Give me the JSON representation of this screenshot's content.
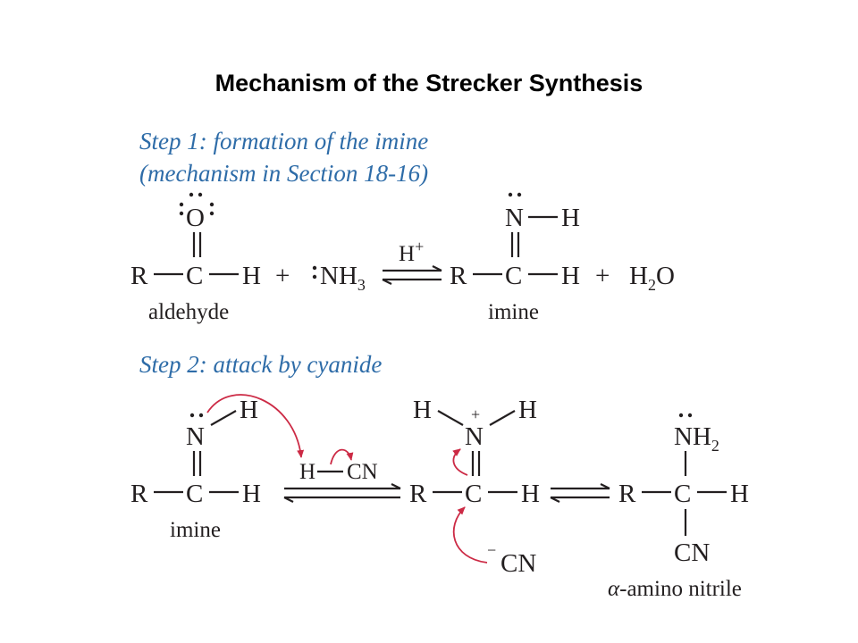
{
  "title": "Mechanism of the Strecker Synthesis",
  "step1": {
    "heading_line1": "Step 1: formation of the imine",
    "heading_line2": "(mechanism in Section 18-16)",
    "reactant_label": "aldehyde",
    "product_label": "imine",
    "catalyst": "H",
    "catalyst_charge": "+",
    "reagent": "NH",
    "reagent_sub": "3",
    "byproduct": "H",
    "byproduct_sub": "2",
    "byproduct_tail": "O",
    "plus": "+"
  },
  "step2": {
    "heading": "Step 2: attack by cyanide",
    "reactant_label": "imine",
    "reagent": "H—CN",
    "reagent_h": "H",
    "reagent_cn": "CN",
    "cyanide_charge": "−",
    "cyanide": "CN",
    "intermediate_charge": "+",
    "product_amine": "NH",
    "product_amine_sub": "2",
    "product_nitrile": "CN",
    "product_label_alpha": "α",
    "product_label": "-amino nitrile"
  },
  "atoms": {
    "R": "R",
    "C": "C",
    "H": "H",
    "O": "O",
    "N": "N"
  },
  "colors": {
    "heading": "#2e6ca8",
    "arrow": "#cc2a45",
    "text": "#231f20"
  }
}
